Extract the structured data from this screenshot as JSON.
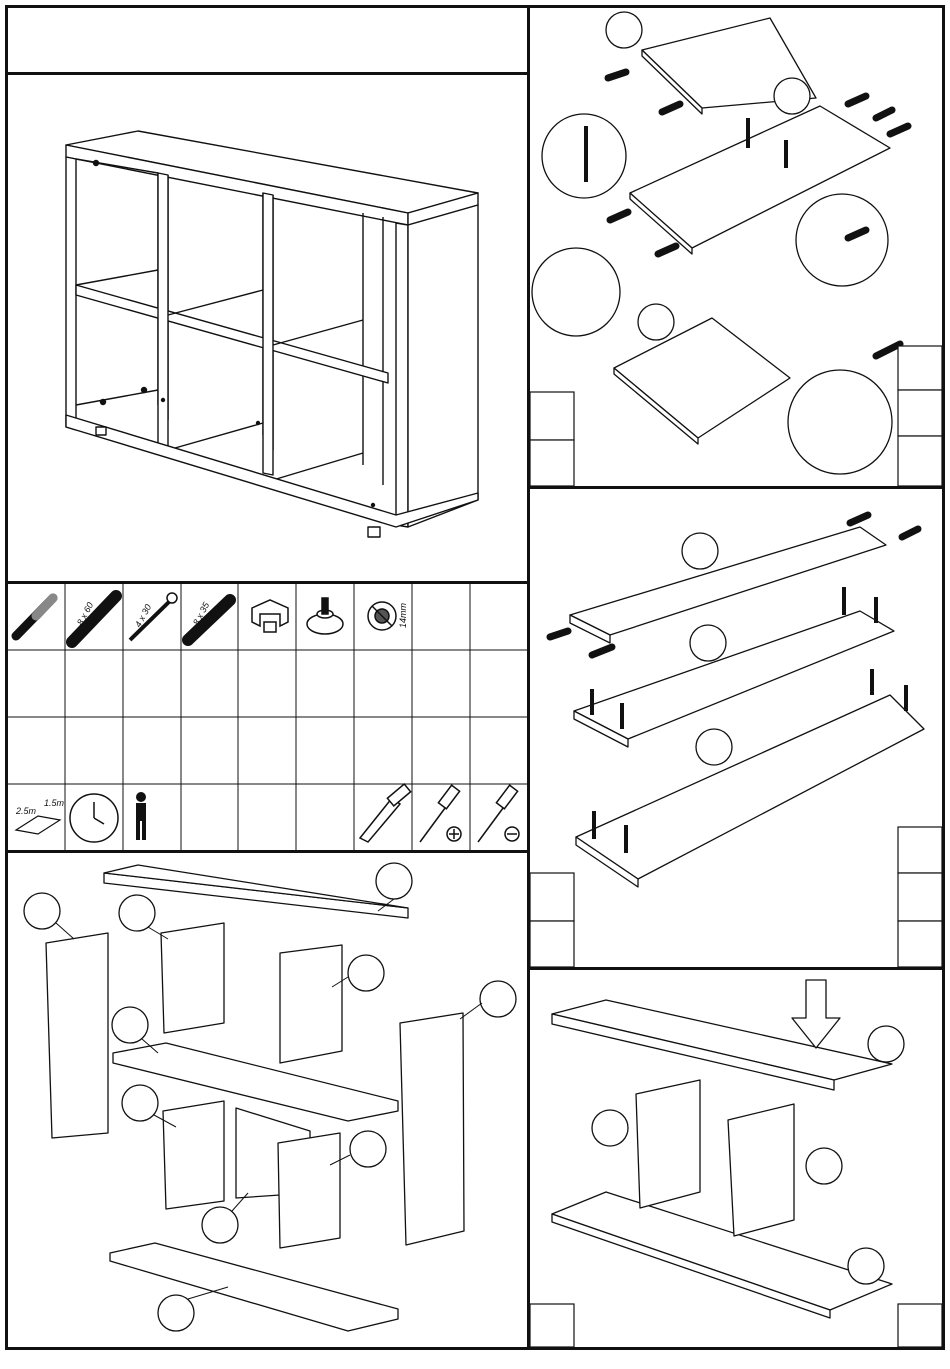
{
  "parts_table": {
    "size_labels": [
      "8 x 60",
      "4 x 30",
      "8 x 35",
      "14mm"
    ],
    "space_labels": [
      "2.5m",
      "1.5m"
    ]
  },
  "icons": {
    "part_icons": [
      "dowel-cam-bolt-icon",
      "dowel-8x60-icon",
      "screw-4x30-icon",
      "dowel-8x35-icon",
      "clip-bracket-icon",
      "leveling-foot-icon",
      "cam-lock-icon"
    ],
    "tool_icons": [
      "workspace-icon",
      "clock-icon",
      "person-icon",
      "hammer-icon",
      "screwdriver-phillips-icon",
      "screwdriver-flat-icon"
    ]
  }
}
